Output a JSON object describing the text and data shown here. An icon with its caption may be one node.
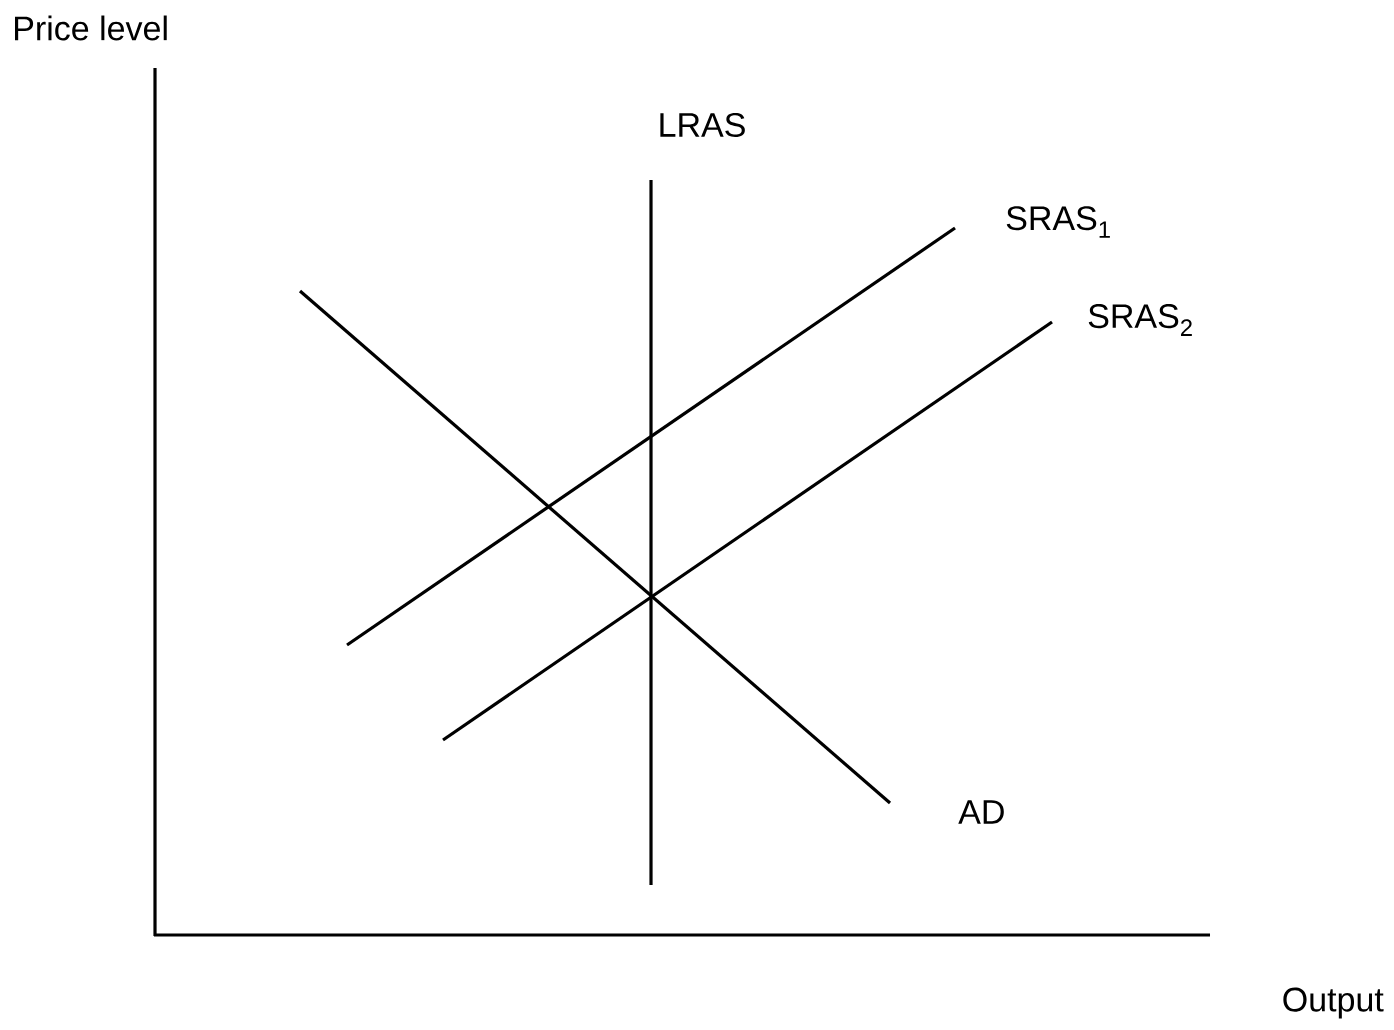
{
  "diagram": {
    "labels": [
      "Price level",
      "LRAS",
      "SRAS$_{1}$",
      "SRAS$_{2}$",
      "AD",
      "Output"
    ]
  }
}
